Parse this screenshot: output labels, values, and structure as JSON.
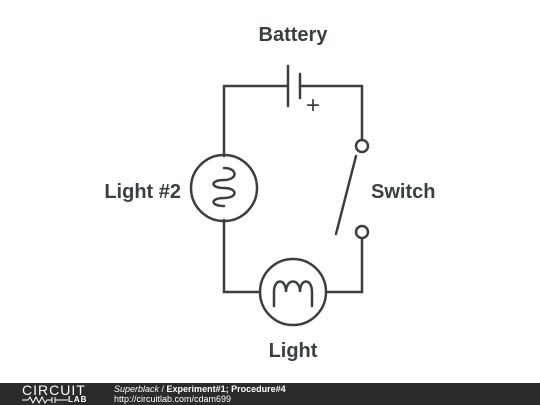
{
  "diagram": {
    "labels": {
      "battery": "Battery",
      "battery_plus": "+",
      "light2": "Light #2",
      "switch": "Switch",
      "light": "Light"
    }
  },
  "footer": {
    "logo_word": "CIRCUIT",
    "logo_sub": "LAB",
    "author": "Superblack",
    "separator": " / ",
    "title": "Experiment#1; Procedure#4",
    "url": "http://circuitlab.com/cdam699"
  },
  "colors": {
    "wire": "#3a3f42",
    "footer_bg": "#2b2b2b",
    "footer_text": "#ffffff"
  }
}
